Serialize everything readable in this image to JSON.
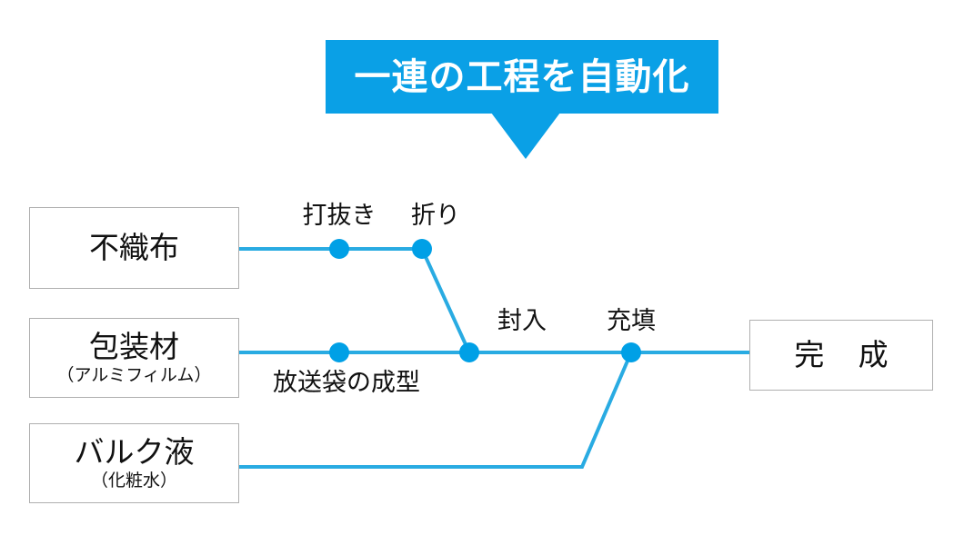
{
  "banner": {
    "text": "一連の工程を自動化",
    "color": "#0AA0E6"
  },
  "colors": {
    "accent": "#0AA0E6",
    "line": "#29ABE2",
    "node": "#00A0E6",
    "box_border": "#AFAFAF",
    "text": "#111111",
    "background": "#FFFFFF"
  },
  "inputs": [
    {
      "id": "nonwoven",
      "title": "不織布",
      "subtitle": ""
    },
    {
      "id": "packaging",
      "title": "包装材",
      "subtitle": "（アルミフィルム）"
    },
    {
      "id": "bulk",
      "title": "バルク液",
      "subtitle": "（化粧水）"
    }
  ],
  "output": {
    "id": "complete",
    "title": "完 成",
    "subtitle": ""
  },
  "steps": [
    {
      "id": "punching",
      "label": "打抜き",
      "lane": "nonwoven",
      "position": "above"
    },
    {
      "id": "folding",
      "label": "折り",
      "lane": "nonwoven",
      "position": "above"
    },
    {
      "id": "bagform",
      "label": "放送袋の成型",
      "lane": "packaging",
      "position": "below"
    },
    {
      "id": "sealing",
      "label": "封入",
      "lane": "packaging",
      "position": "above"
    },
    {
      "id": "filling",
      "label": "充填",
      "lane": "packaging",
      "position": "above"
    }
  ]
}
